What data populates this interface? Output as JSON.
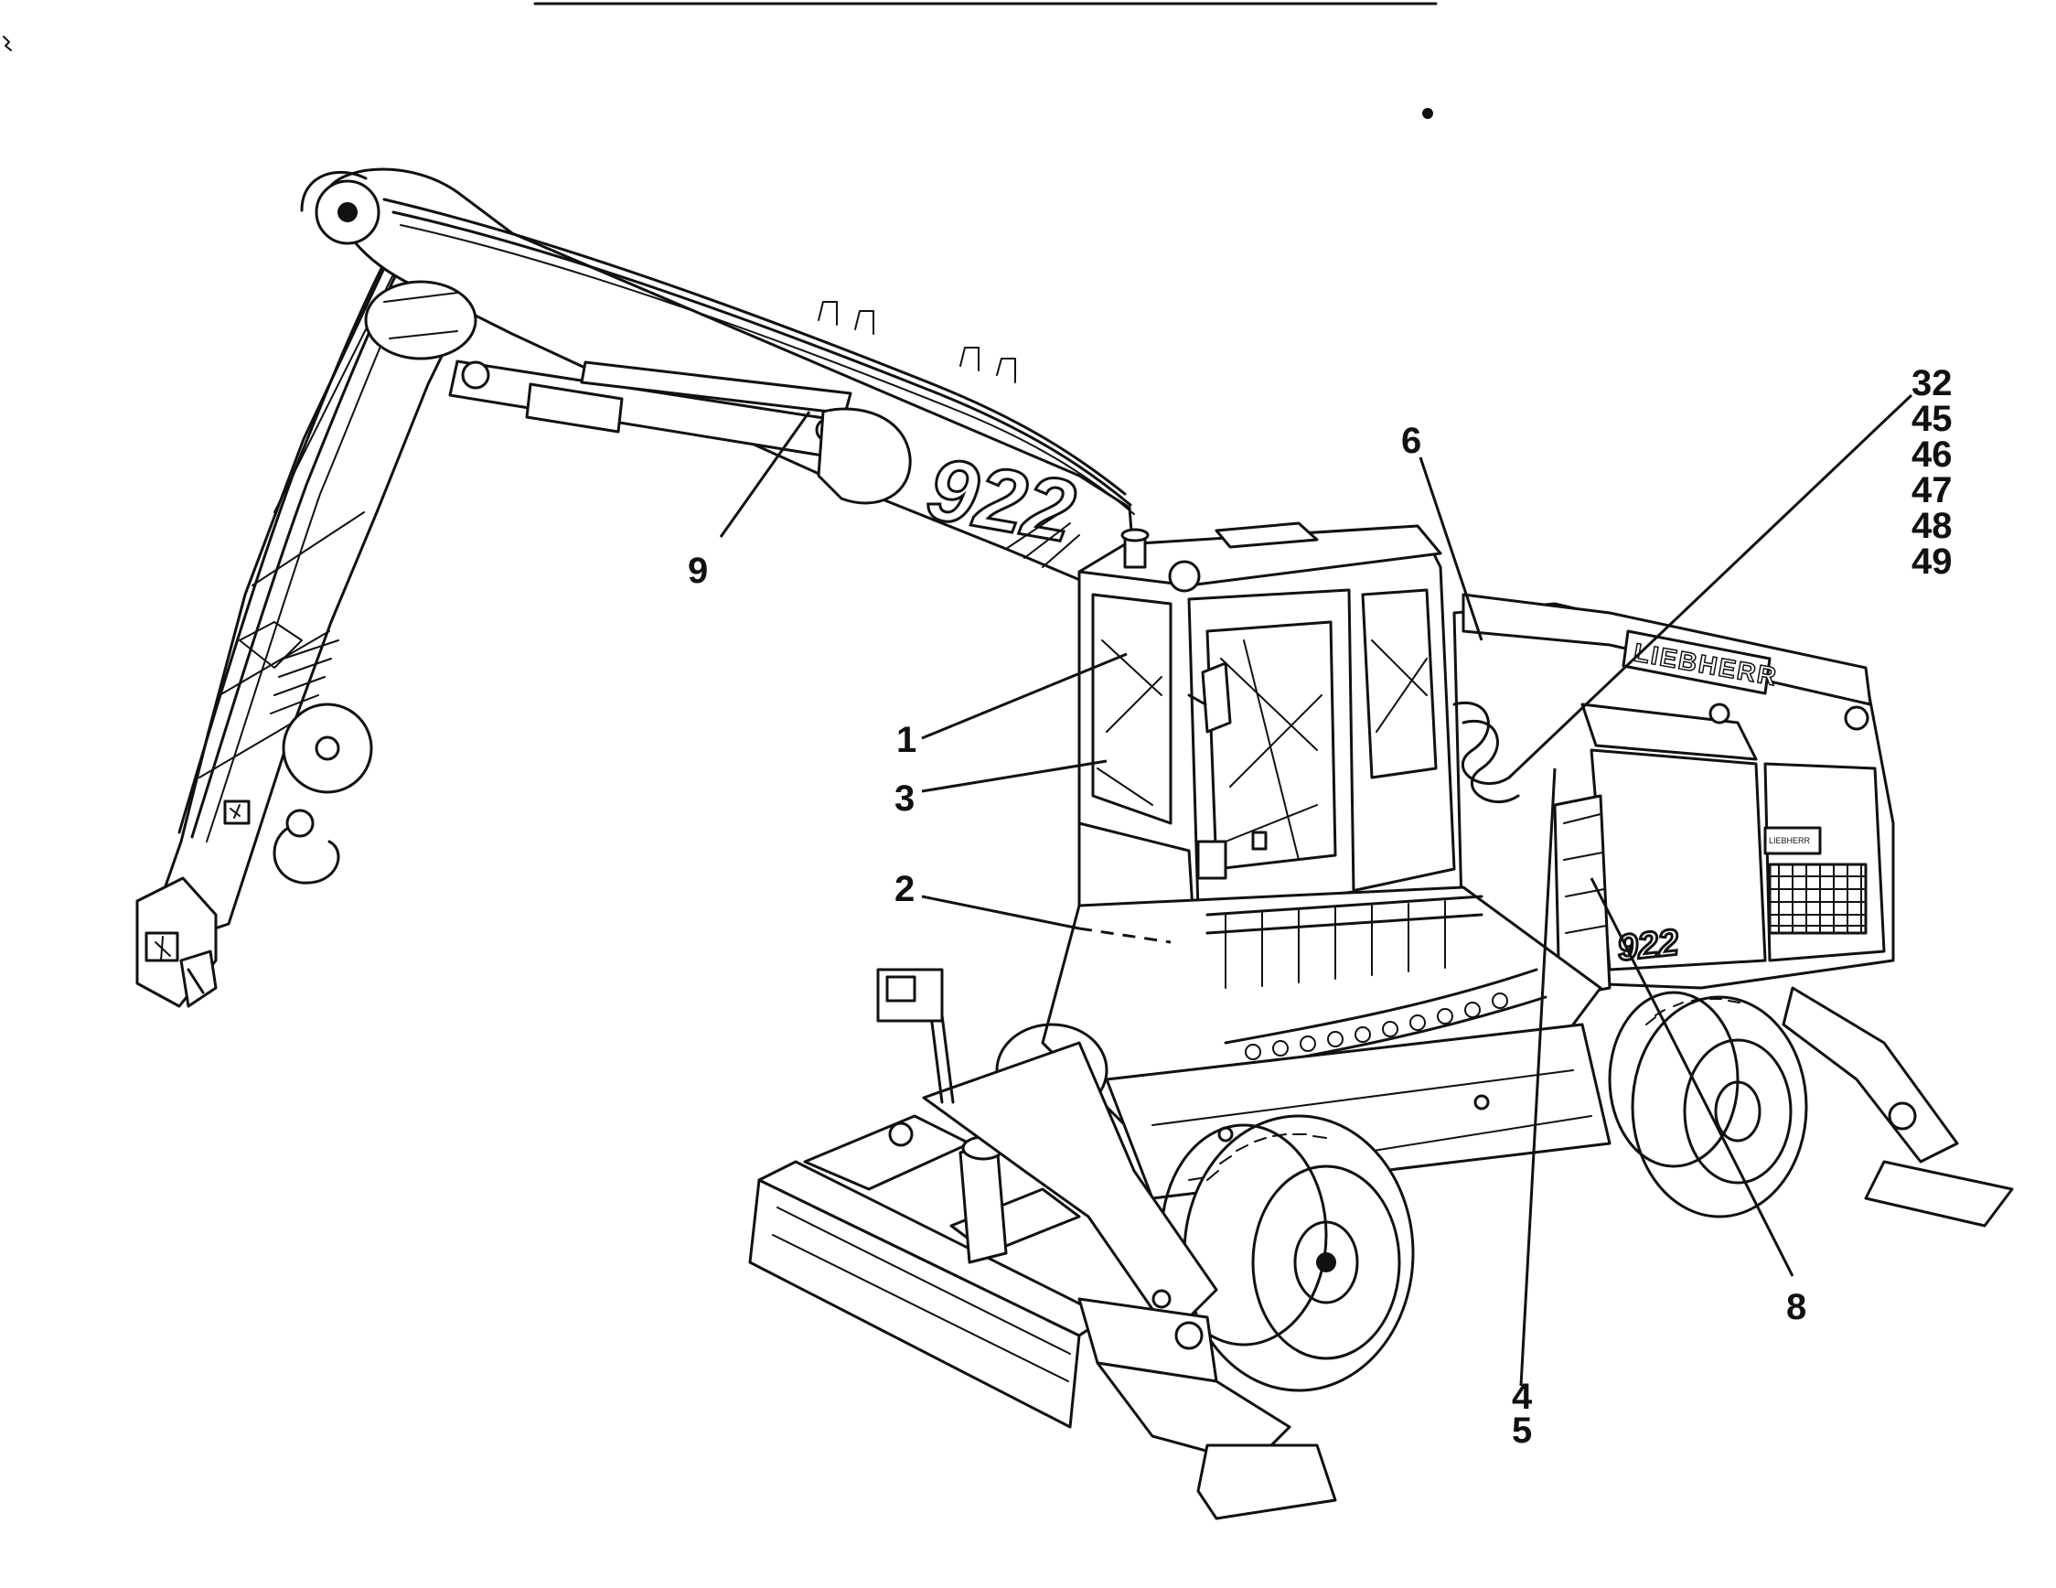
{
  "drawing": {
    "boom_model_text": "922",
    "rear_model_text": "922",
    "brand_text": "LIEBHERR",
    "rear_plate_text": "LIEBHERR",
    "callouts": {
      "c1": "1",
      "c2": "2",
      "c3": "3",
      "c4": "4",
      "c5": "5",
      "c6": "6",
      "c8": "8",
      "c9": "9",
      "group": [
        "32",
        "45",
        "46",
        "47",
        "48",
        "49"
      ]
    }
  },
  "colors": {
    "ink": "#111111",
    "paper": "#ffffff"
  }
}
